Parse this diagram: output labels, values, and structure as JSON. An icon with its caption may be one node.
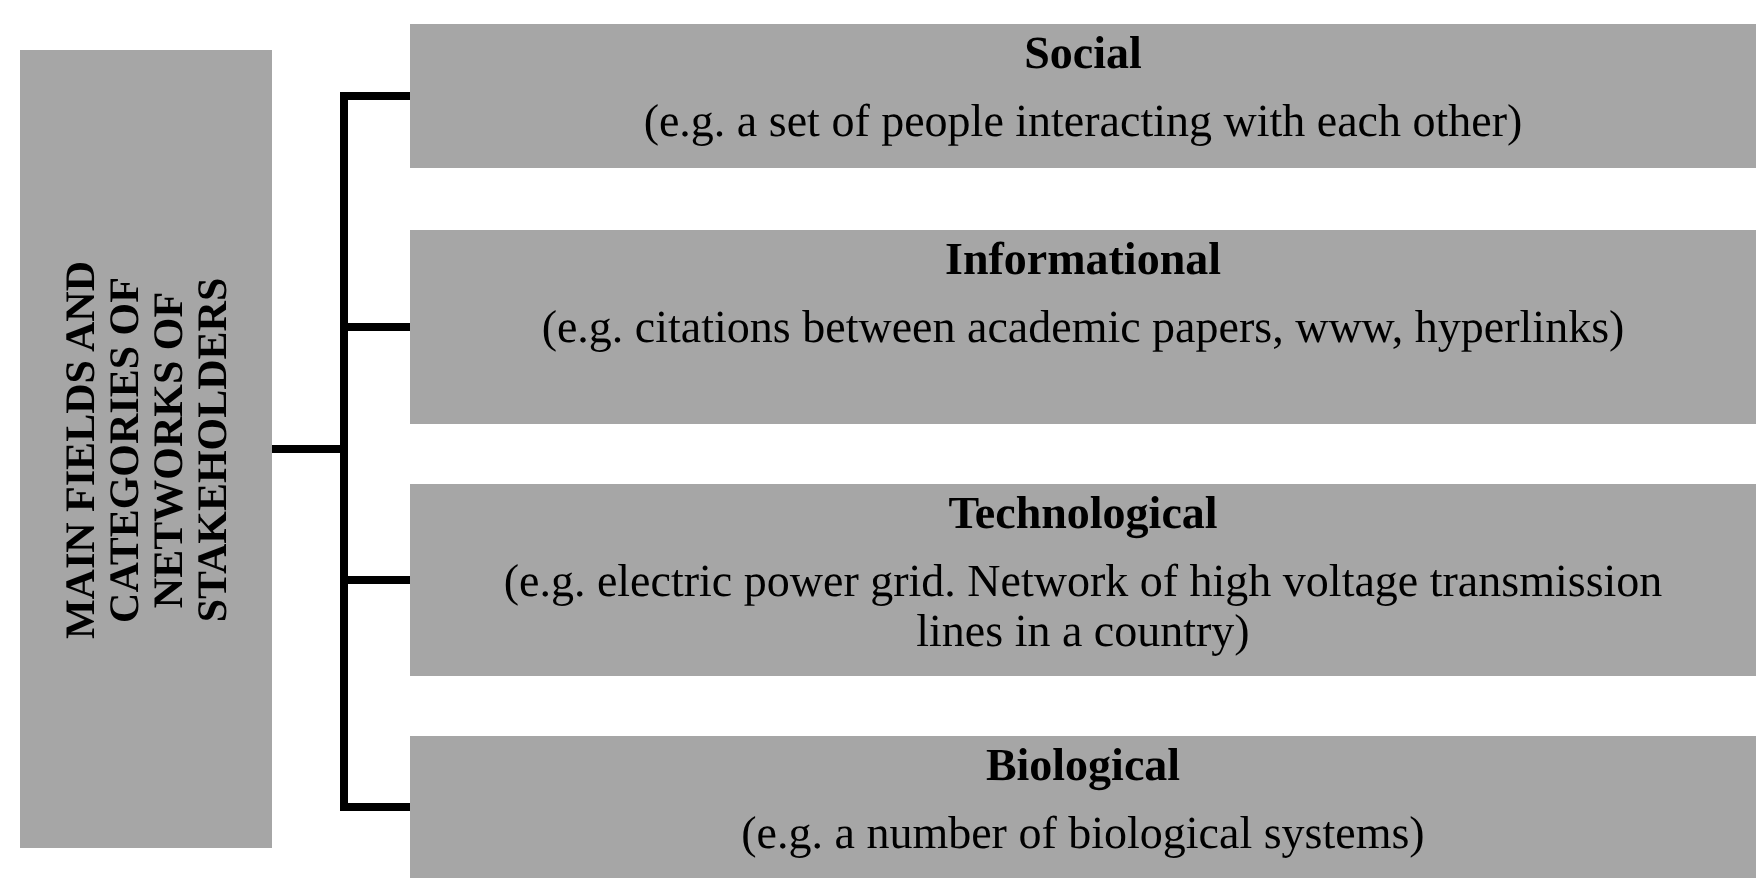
{
  "diagram": {
    "nodes": [
      {
        "text": [
          "MAIN FIELDS AND CATEGORIES OF NETWORKS OF STAKEHOLDERS"
        ]
      },
      {
        "text": [
          "Social",
          "(e.g. a set of people interacting with each other)"
        ]
      },
      {
        "text": [
          "Informational",
          "(e.g. citations between academic papers, www, hyperlinks)"
        ]
      },
      {
        "text": [
          "Technological",
          "(e.g. electric power grid. Network of high voltage transmission lines in a country)"
        ]
      },
      {
        "text": [
          "Biological",
          "(e.g. a number of biological systems)"
        ]
      }
    ],
    "edges": [
      {
        "from": 0,
        "to": 1,
        "arrow": "none"
      },
      {
        "from": 0,
        "to": 2,
        "arrow": "none"
      },
      {
        "from": 0,
        "to": 3,
        "arrow": "none"
      },
      {
        "from": 0,
        "to": 4,
        "arrow": "none"
      }
    ]
  }
}
